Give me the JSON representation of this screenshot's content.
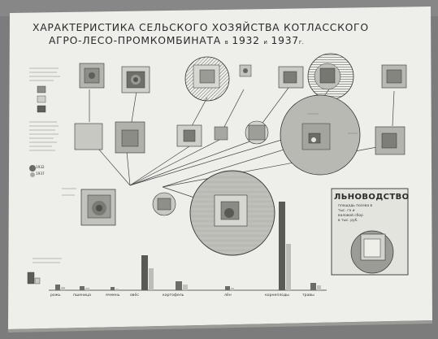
{
  "poster": {
    "title_line1": "ХАРАКТЕРИСТИКА СЕЛЬСКОГО ХОЗЯЙСТВА КОТЛАССКОГО",
    "title_line2_start": "АГРО-ЛЕСО-ПРОМКОМБИНАТА",
    "title_line2_in": "в",
    "title_line2_year1": "1932",
    "title_line2_and": "и",
    "title_line2_year2": "1937",
    "title_line2_suffix": "г.",
    "flax_box": {
      "title": "ЛЬНОВОДСТВО",
      "line1": "площадь посева в",
      "line2": "тыс. га и",
      "line3": "валовой сбор",
      "line4": "в тыс. руб."
    },
    "legend_years": [
      "1932",
      "1937"
    ],
    "bottom_labels": [
      "рожь",
      "пшеница",
      "ячмень",
      "овёс",
      "картофель",
      "лён",
      "корнеплоды",
      "травы"
    ]
  },
  "colors": {
    "wall": "#7c7c7c",
    "paper": "#eeeeea",
    "ink": "#2b2b2b",
    "fill_light": "#d9d9d4",
    "fill_mid": "#b3b3ad",
    "fill_dark": "#6f6f6a",
    "fill_darker": "#545450"
  }
}
